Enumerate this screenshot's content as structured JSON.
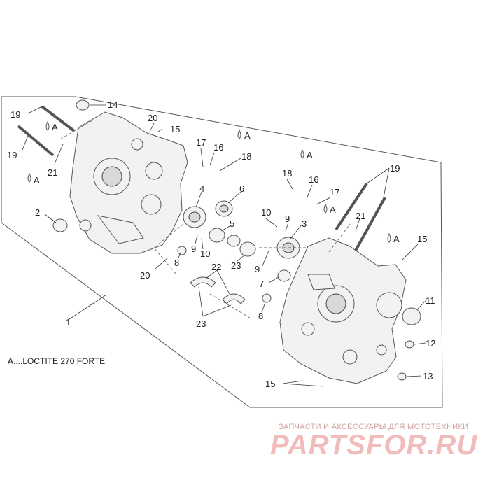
{
  "callouts": {
    "c1": "1",
    "c2": "2",
    "c3": "3",
    "c4": "4",
    "c5": "5",
    "c6": "6",
    "c7": "7",
    "c8": "8",
    "c9": "9",
    "c10": "10",
    "c11": "11",
    "c12": "12",
    "c13": "13",
    "c14": "14",
    "c15": "15",
    "c16": "16",
    "c17": "17",
    "c18": "18",
    "c19": "19",
    "c20": "20",
    "c21": "21",
    "c22": "22",
    "c23": "23"
  },
  "loctite_marker": "A",
  "legend": "A....LOCTITE 270 FORTE",
  "watermark": {
    "caption": "ЗАПЧАСТИ И АКСЕССУАРЫ ДЛЯ МОТОТЕХНИКИ",
    "logo": "PARTSFOR.RU"
  }
}
